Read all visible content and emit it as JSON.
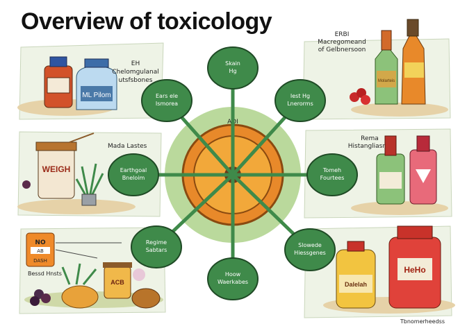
{
  "title": "Overview of toxicology",
  "colors": {
    "leaf_green": "#3f8a4a",
    "hub_green": "#8cbf5a",
    "orange": "#e8892a",
    "panel_bg": "#eef3e6"
  },
  "icons": [
    "bottle-icon",
    "jar-icon",
    "fruit-icon",
    "plant-icon"
  ],
  "center_label": "ADI",
  "bubbles": [
    {
      "name": "top",
      "lines": [
        "Skain",
        "Hg"
      ]
    },
    {
      "name": "upper-left",
      "lines": [
        "Ears ele",
        "Ismorea"
      ]
    },
    {
      "name": "upper-right",
      "lines": [
        "Iest Hg",
        "Lnerorms"
      ]
    },
    {
      "name": "left",
      "lines": [
        "Earthgoal",
        "Bneloim"
      ]
    },
    {
      "name": "right",
      "lines": [
        "Tomeh",
        "Fourtees"
      ]
    },
    {
      "name": "lower-left",
      "lines": [
        "Regime",
        "Sabtars"
      ]
    },
    {
      "name": "lower-right",
      "lines": [
        "Slowede",
        "Hiessgenes"
      ]
    },
    {
      "name": "bottom",
      "lines": [
        "Hoow",
        "Waerkabes"
      ]
    }
  ],
  "panels": {
    "top_left": {
      "label_lines": [
        "EH",
        "Chelomgulanal",
        "utsfsbones"
      ],
      "bottle_label": "ML Pilom"
    },
    "mid_left": {
      "label": "Mada Lastes",
      "jar_label": "WEIGH"
    },
    "bottom_left": {
      "box_top": "NO",
      "box_mid": "AB",
      "box_low": "DASH",
      "caption": "Bessd Hnsts",
      "jar_label": "ACB"
    },
    "top_right": {
      "label_lines": [
        "ERBI",
        "Macregomeand",
        "of Gelbnersoon"
      ],
      "bottle_label": "Molarteis"
    },
    "mid_right": {
      "label_lines": [
        "Rema",
        "Histangliasnis"
      ]
    },
    "bottom_right": {
      "bottle_label": "Dalelah",
      "jar_label": "HeHo",
      "caption": "Tbnomerheedss"
    }
  }
}
